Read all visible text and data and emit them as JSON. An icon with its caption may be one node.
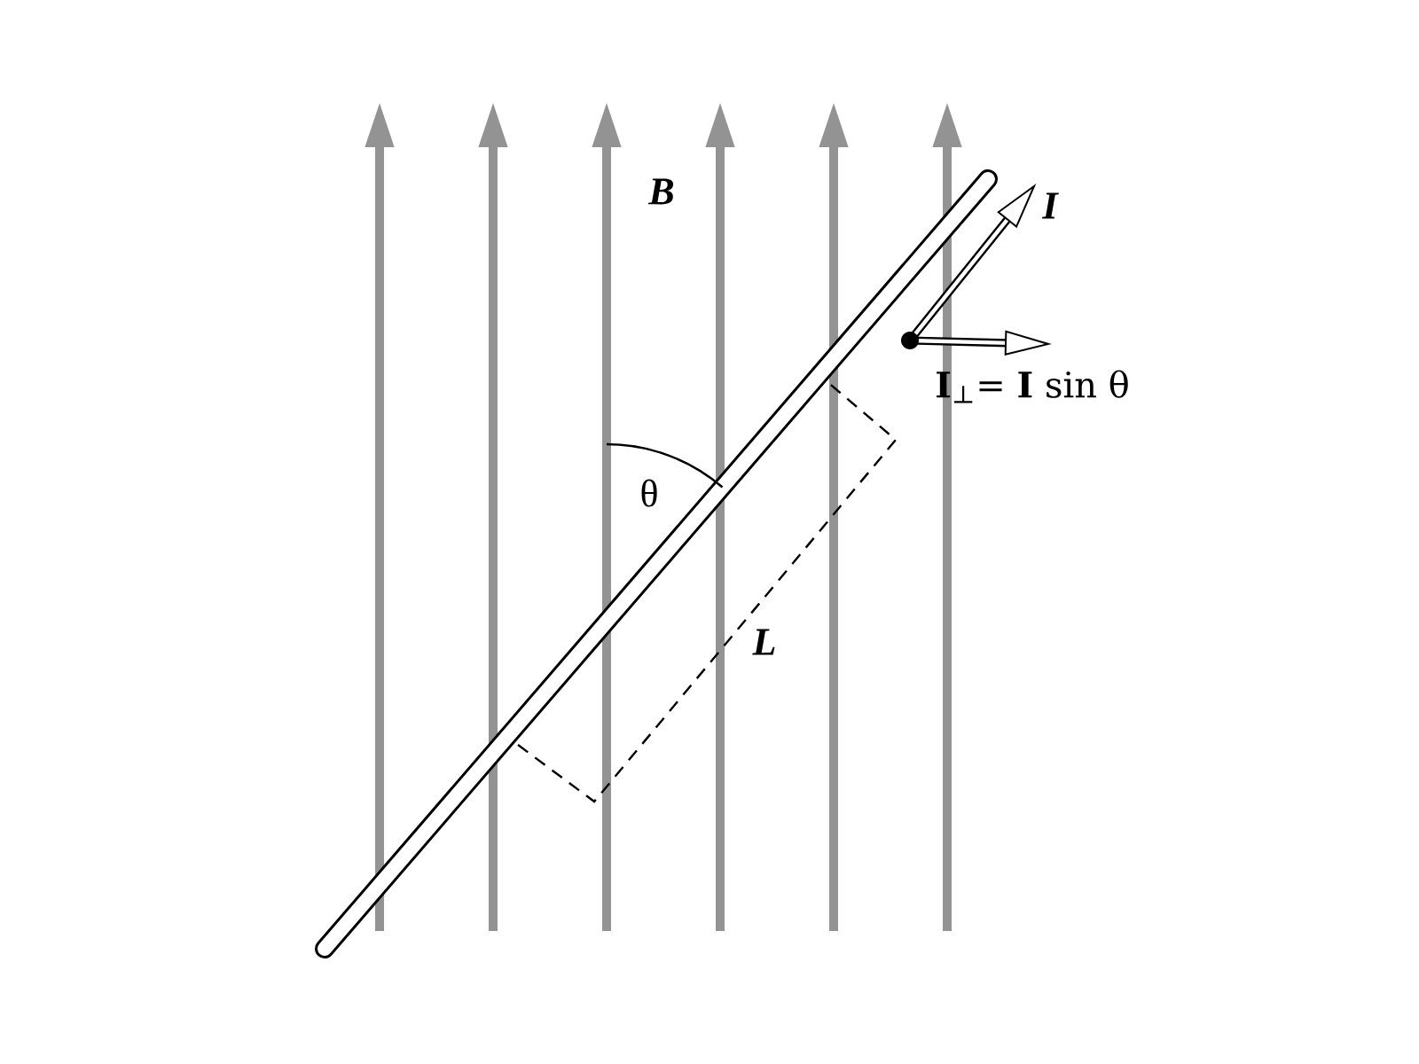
{
  "diagram": {
    "labels": [
      "B",
      "I",
      "**I**$_{⊥}$= **I** sin θ",
      "θ",
      "L"
    ]
  }
}
